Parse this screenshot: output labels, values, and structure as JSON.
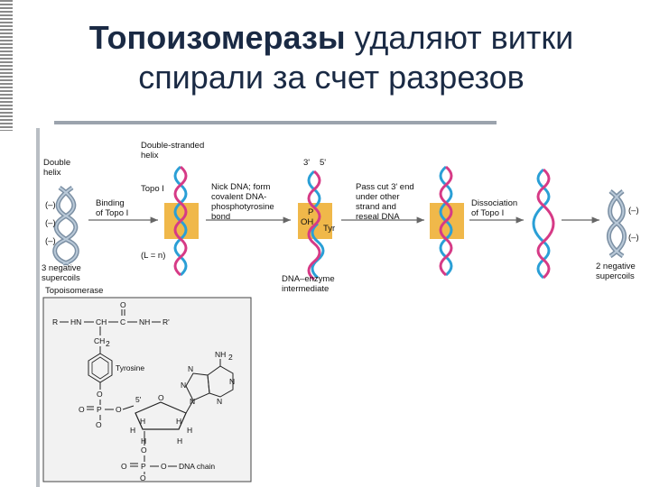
{
  "title": {
    "bold": "Топоизомеразы",
    "line1_rest": " удаляют витки",
    "line2": "спирали за счет разрезов"
  },
  "diagram": {
    "labels": {
      "double_helix": [
        "Double",
        "helix"
      ],
      "neg_sign": "(–)",
      "three_neg": [
        "3 negative",
        "supercoils"
      ],
      "binding": [
        "Binding",
        "of Topo I"
      ],
      "ds_helix": [
        "Double-stranded",
        "helix"
      ],
      "topo1": "Topo I",
      "lnm": "(L = n)",
      "nick": [
        "Nick DNA; form",
        "covalent DNA-",
        "phosphotyrosine",
        "bond"
      ],
      "three_prime": "3'",
      "five_prime": "5'",
      "p": "P",
      "oh": "OH",
      "tyr": "Tyr",
      "intermediate": [
        "DNA–enzyme",
        "intermediate"
      ],
      "pass_cut": [
        "Pass cut 3' end",
        "under other",
        "strand and",
        "reseal DNA"
      ],
      "dissociation": [
        "Dissociation",
        "of Topo I"
      ],
      "two_neg": [
        "2 negative",
        "supercoils"
      ]
    },
    "chemistry": {
      "caption": "Topoisomerase",
      "backbone_left": "R",
      "nh": "HN",
      "ch": "CH",
      "c": "C",
      "nh2": "NH",
      "r_right": "R'",
      "o": "O",
      "ch2": "CH",
      "sub2": "2",
      "tyrosine": "Tyrosine",
      "p": "P",
      "o_minus": "O",
      "five_prime": "5'",
      "h": "H",
      "n": "N",
      "nh2_base": "NH",
      "dna_chain": "DNA chain"
    }
  }
}
